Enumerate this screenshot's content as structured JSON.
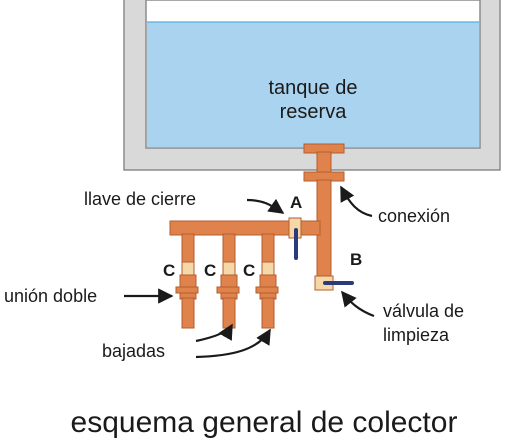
{
  "labels": {
    "tank_line1": "tanque de",
    "tank_line2": "reserva",
    "shutoff_valve": "llave de cierre",
    "connection": "conexión",
    "double_union": "unión doble",
    "drops": "bajadas",
    "cleaning_valve_line1": "válvula de",
    "cleaning_valve_line2": "limpieza",
    "marker_a": "A",
    "marker_b": "B",
    "marker_c": "C"
  },
  "caption": "esquema general de colector",
  "colors": {
    "tank_outline": "#8c8c8c",
    "tank_wall": "#d9d9d9",
    "water": "#a9d3ee",
    "water_edge": "#5aaede",
    "pipe": "#e0824b",
    "pipe_edge": "#b45e2e",
    "fitting": "#f5d7a8",
    "valve_handle": "#2b3a7a",
    "text": "#1a1a1a"
  }
}
